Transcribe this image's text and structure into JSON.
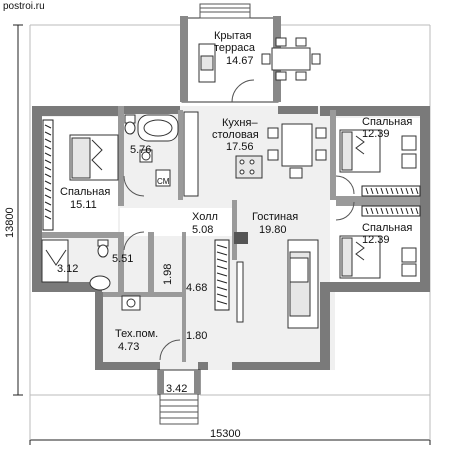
{
  "watermark": "postroi.ru",
  "dimensions": {
    "width": "15300",
    "height": "13800"
  },
  "rooms": {
    "terrace": {
      "name": "Крытая\nтерраса",
      "area": "14.67"
    },
    "kitchen": {
      "name": "Кухня–\nстоловая",
      "area": "17.56"
    },
    "bedroom_left": {
      "name": "Спальная",
      "area": "15.11"
    },
    "bath_top": {
      "area": "5.76"
    },
    "bedroom_right_top": {
      "name": "Спальная",
      "area": "12.39"
    },
    "bedroom_right_bottom": {
      "name": "Спальная",
      "area": "12.39"
    },
    "hall": {
      "name": "Холл",
      "area": "5.08"
    },
    "living": {
      "name": "Гостиная",
      "area": "19.80"
    },
    "bath_small": {
      "area": "3.12"
    },
    "bath_mid": {
      "area": "5.51"
    },
    "corridor_narrow": {
      "area": "1.98"
    },
    "closet": {
      "area": "4.68"
    },
    "tech": {
      "name": "Тех.пом.",
      "area": "4.73"
    },
    "vestibule": {
      "area": "1.80"
    },
    "porch": {
      "area": "3.42"
    }
  },
  "fixture_labels": {
    "sm": "СМ"
  }
}
